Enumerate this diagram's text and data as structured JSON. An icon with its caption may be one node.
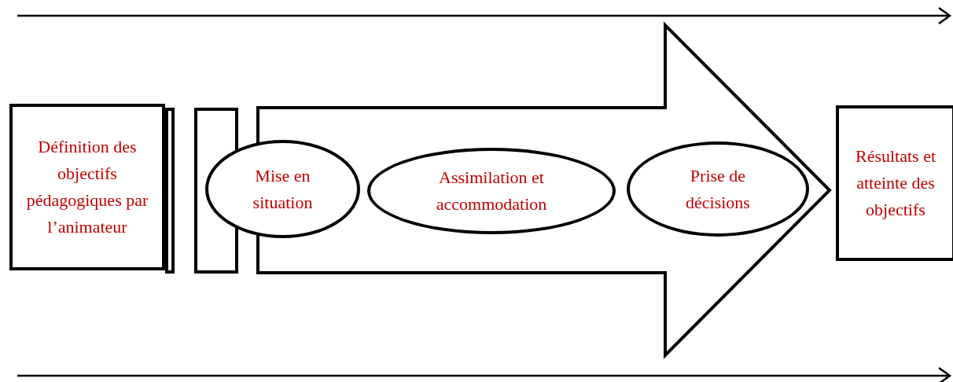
{
  "diagram": {
    "nodes": [
      {
        "text": [
          "Définition des objectifs pédagogiques par l’animateur"
        ]
      },
      {
        "text": [],
        "shape": "bar"
      },
      {
        "text": [],
        "shape": "bar"
      },
      {
        "text": [],
        "shape": "arrow"
      },
      {
        "text": [
          "Mise en situation"
        ]
      },
      {
        "text": [
          "Assimilation et accommodation"
        ],
        "in": 3
      },
      {
        "text": [
          "Prise de décisions"
        ],
        "in": 3
      },
      {
        "text": [
          "Résultats et atteinte des objectifs"
        ]
      }
    ],
    "edges": []
  }
}
